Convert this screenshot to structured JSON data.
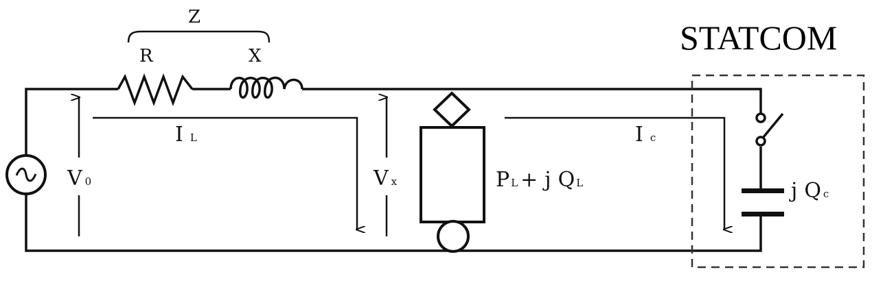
{
  "title": "STATCOM",
  "labels": {
    "impedance": "Z",
    "resistance": "R",
    "reactance": "X",
    "line_current": {
      "main": "I",
      "sub": "L"
    },
    "source_voltage": {
      "main": "V",
      "sub": "0"
    },
    "bus_voltage": {
      "main": "V",
      "sub": "x"
    },
    "load_power": {
      "p": "P",
      "p_sub": "L",
      "plus": "+",
      "j": "j",
      "q": "Q",
      "q_sub": "L"
    },
    "compensator_current": {
      "main": "I",
      "sub": "c"
    },
    "compensator_power": {
      "j": "j",
      "q": "Q",
      "q_sub": "c"
    }
  },
  "icons": {
    "source": "ac-source-icon",
    "resistor": "resistor-icon",
    "inductor": "inductor-icon",
    "switch": "switch-icon",
    "capacitor": "capacitor-icon",
    "load": "load-icon"
  }
}
